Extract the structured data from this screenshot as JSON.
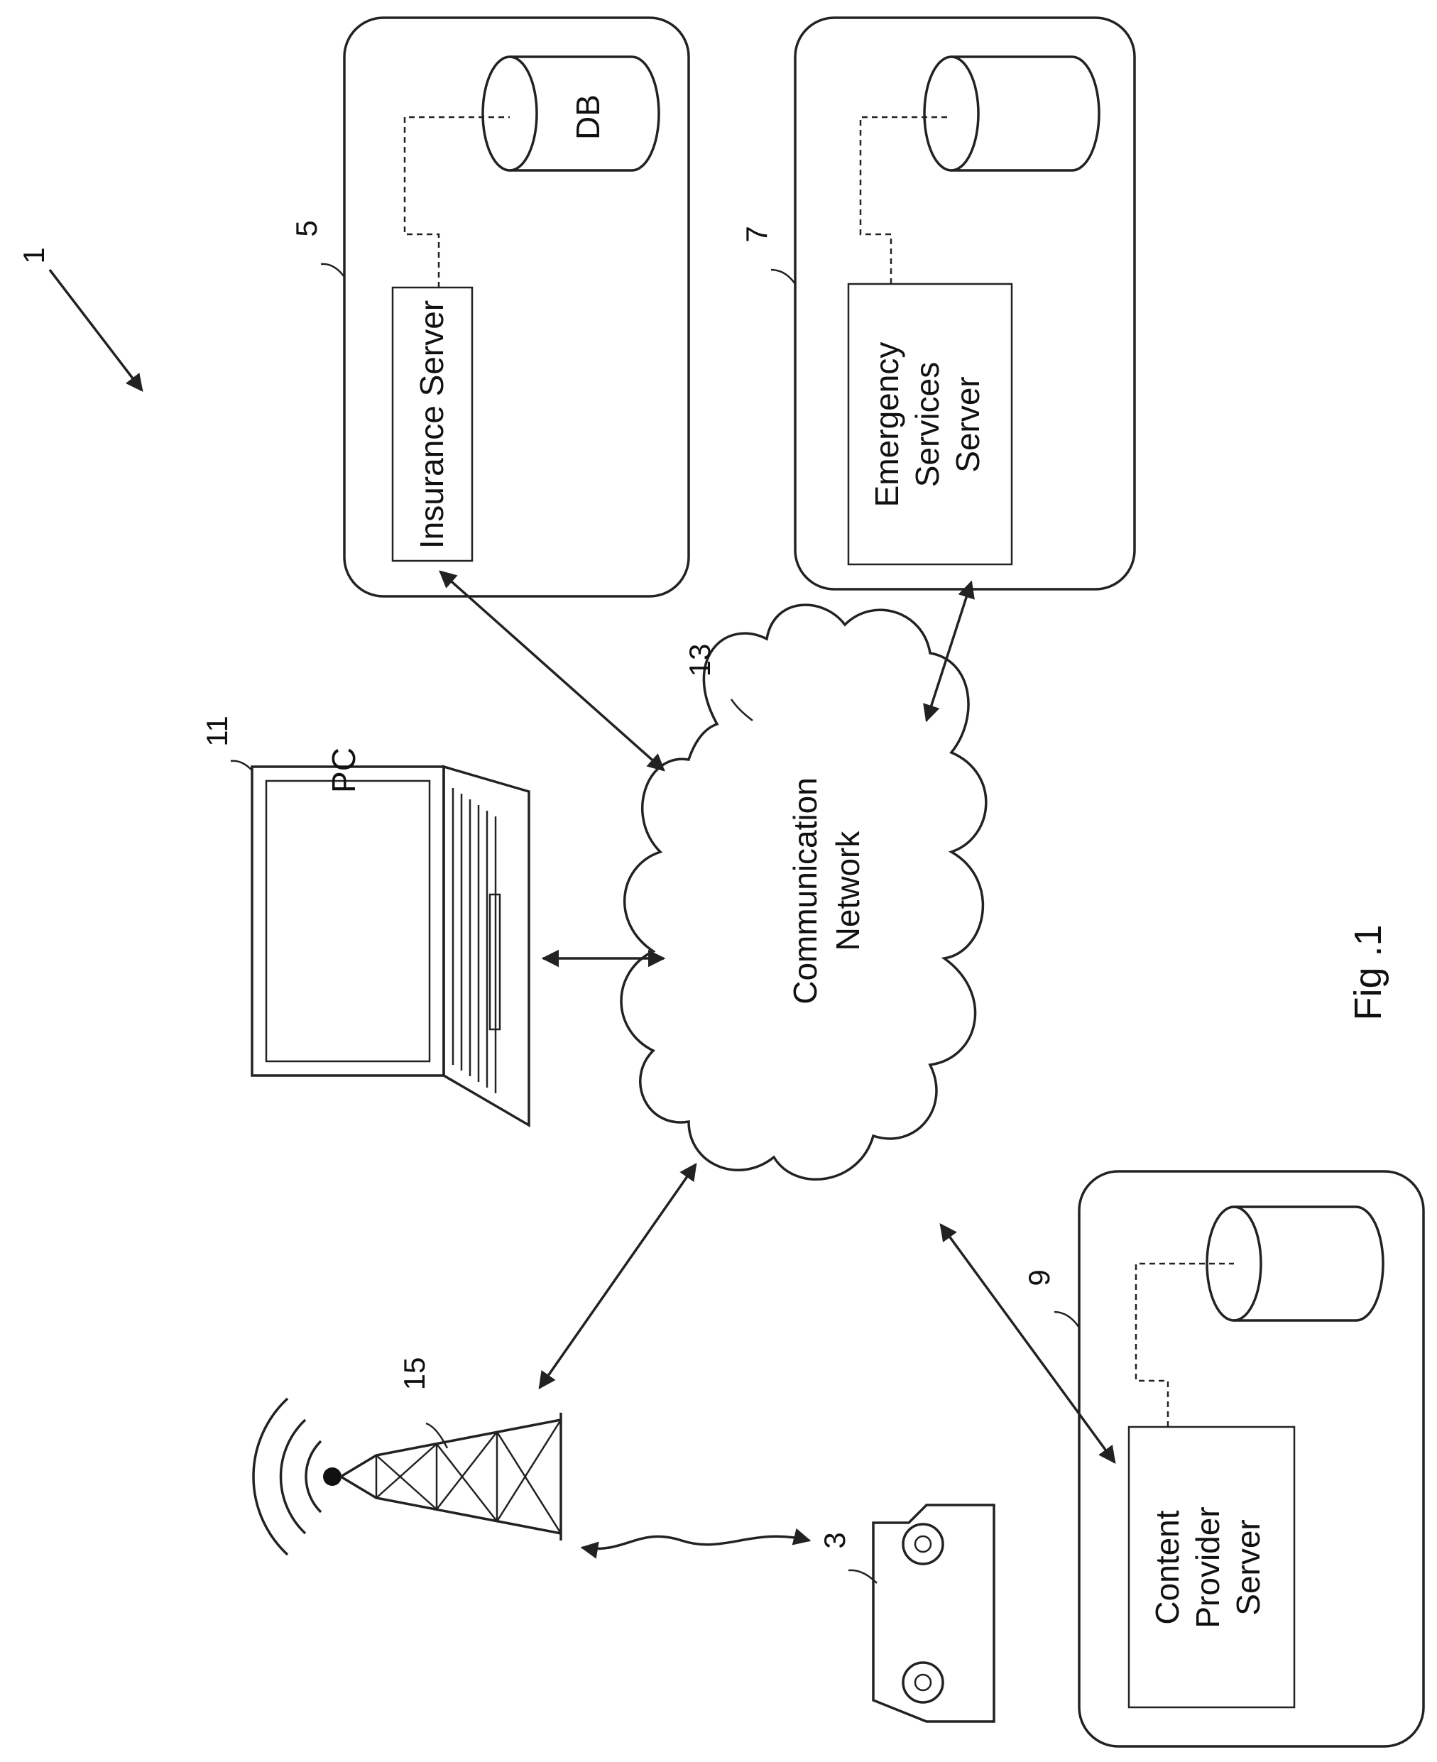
{
  "labels": {
    "system_ref": "1",
    "vehicle_ref": "3",
    "insurance_ref": "5",
    "emergency_ref": "7",
    "content_ref": "9",
    "pc_ref": "11",
    "network_ref": "13",
    "tower_ref": "15",
    "pc": "PC",
    "db": "DB",
    "insurance_server": "Insurance Server",
    "emergency_server_line1": "Emergency",
    "emergency_server_line2": "Services",
    "emergency_server_line3": "Server",
    "content_server_line1": "Content",
    "content_server_line2": "Provider",
    "content_server_line3": "Server",
    "network_line1": "Communication",
    "network_line2": "Network",
    "figure_caption": "Fig .1"
  }
}
